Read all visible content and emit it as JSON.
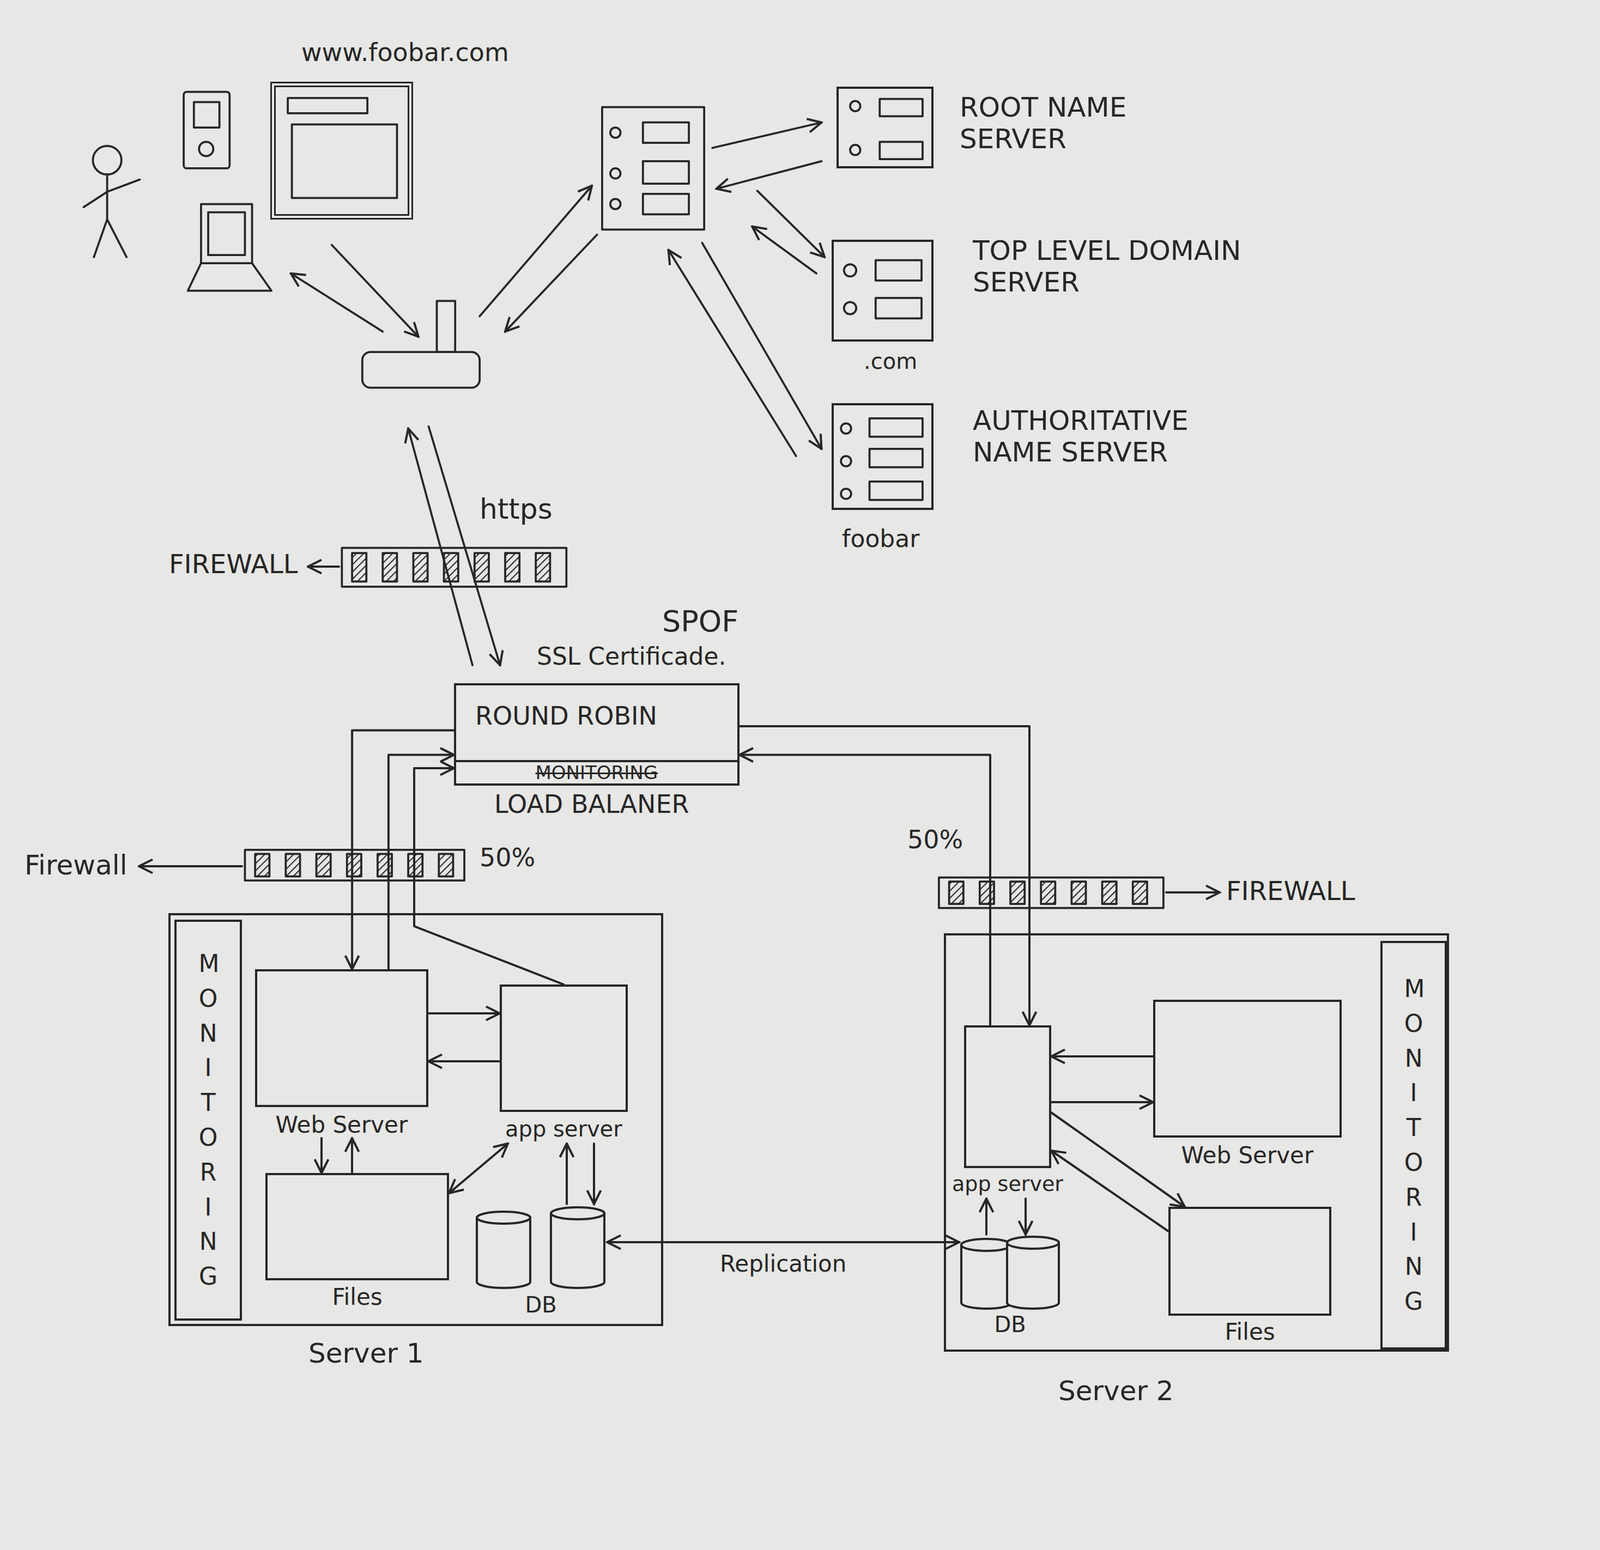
{
  "diagram": {
    "nodes": [
      {
        "text": [
          "www.foobar.com"
        ]
      },
      {
        "text": [
          "ROOT NAME SERVER"
        ]
      },
      {
        "text": [
          "TOP LEVEL DOMAIN SERVER",
          ".com"
        ]
      },
      {
        "text": [
          "AUTHORITATIVE NAME SERVER",
          "foobar"
        ]
      },
      {
        "text": [
          "ROUND ROBIN",
          "LOAD BALANER"
        ]
      },
      {
        "text": [
          "MONITORING"
        ],
        "in": 4
      },
      {
        "text": [
          "Server 1"
        ]
      },
      {
        "text": [
          "MONITORING"
        ],
        "in": 6
      },
      {
        "text": [
          "Web Server"
        ],
        "in": 6
      },
      {
        "text": [
          "app server"
        ],
        "in": 6
      },
      {
        "text": [
          "Files"
        ],
        "in": 6
      },
      {
        "text": [
          "DB"
        ],
        "in": 6
      },
      {
        "text": [
          "Server 2"
        ]
      },
      {
        "text": [
          "app server"
        ],
        "in": 12
      },
      {
        "text": [
          "Web Server"
        ],
        "in": 12
      },
      {
        "text": [
          "DB"
        ],
        "in": 12
      },
      {
        "text": [
          "Files"
        ],
        "in": 12
      },
      {
        "text": [
          "MONITORING"
        ],
        "in": 12
      }
    ],
    "edges": [
      {
        "from": 4,
        "to": 8,
        "arrow": "to"
      },
      {
        "from": 8,
        "to": 4,
        "arrow": "to"
      },
      {
        "from": 9,
        "to": 4,
        "arrow": "to"
      },
      {
        "from": 8,
        "to": 9,
        "arrow": "to"
      },
      {
        "from": 9,
        "to": 8,
        "arrow": "to"
      },
      {
        "from": 8,
        "to": 10,
        "arrow": "to"
      },
      {
        "from": 10,
        "to": 8,
        "arrow": "to"
      },
      {
        "from": 9,
        "to": 10,
        "arrow": "both"
      },
      {
        "from": 9,
        "to": 11,
        "arrow": "to"
      },
      {
        "from": 11,
        "to": 9,
        "arrow": "to"
      },
      {
        "from": 11,
        "to": 15,
        "label": "Replication",
        "arrow": "both"
      },
      {
        "from": 4,
        "to": 13,
        "arrow": "to"
      },
      {
        "from": 13,
        "to": 4,
        "arrow": "to"
      },
      {
        "from": 14,
        "to": 13,
        "arrow": "to"
      },
      {
        "from": 13,
        "to": 14,
        "arrow": "to"
      },
      {
        "from": 13,
        "to": 16,
        "arrow": "to"
      },
      {
        "from": 16,
        "to": 13,
        "arrow": "to"
      },
      {
        "from": 13,
        "to": 15,
        "arrow": "to"
      },
      {
        "from": 15,
        "to": 13,
        "arrow": "to"
      }
    ],
    "labels": [
      "https",
      "FIREWALL",
      "SPOF",
      "SSL Certificade.",
      "Firewall",
      "50%",
      "50%",
      "FIREWALL"
    ]
  }
}
